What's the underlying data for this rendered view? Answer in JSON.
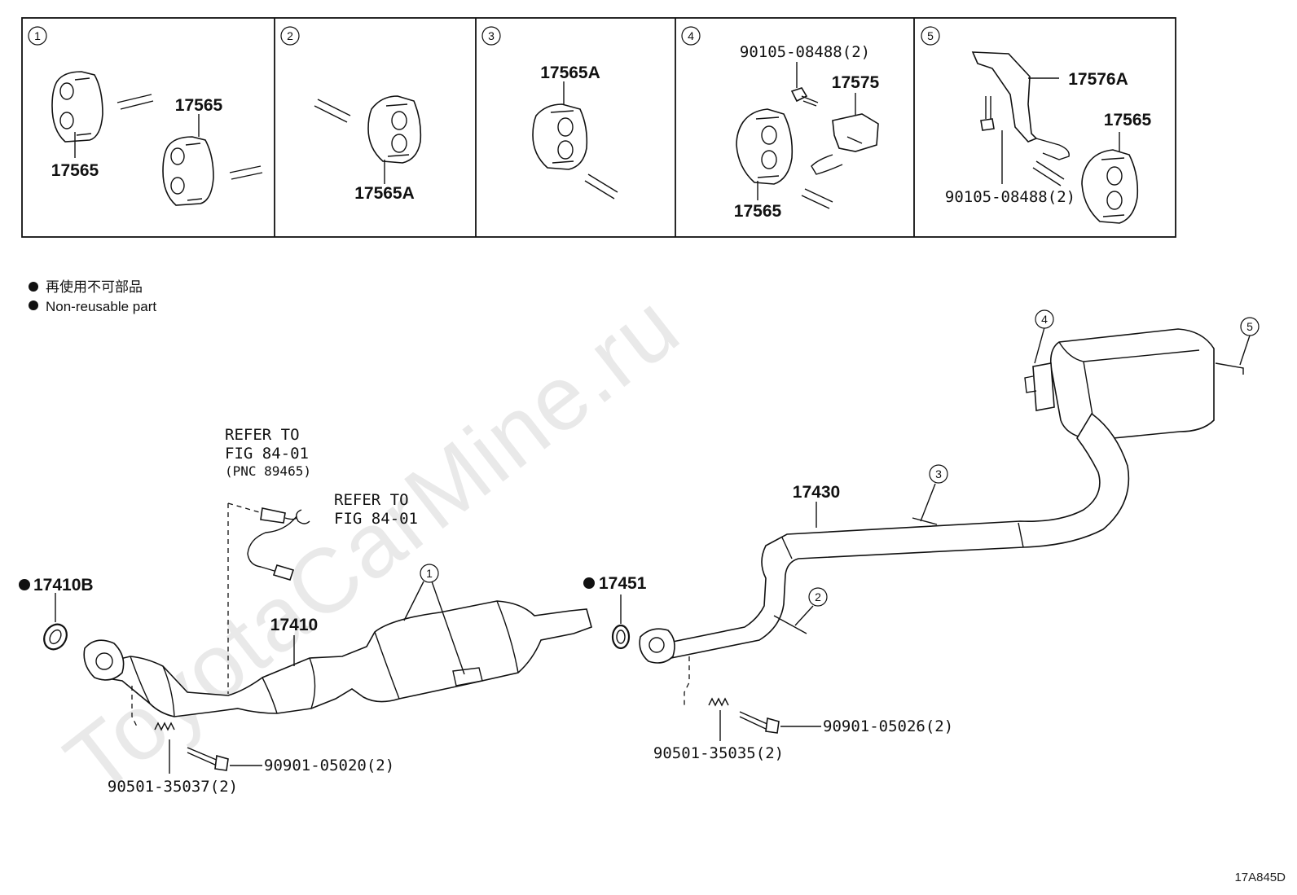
{
  "watermark": "ToyotaCarMine.ru",
  "panels": [
    {
      "num": "1",
      "labels": [
        "17565",
        "17565"
      ]
    },
    {
      "num": "2",
      "labels": [
        "17565A"
      ]
    },
    {
      "num": "3",
      "labels": [
        "17565A"
      ]
    },
    {
      "num": "4",
      "labels": [
        "90105-08488(2)",
        "17575",
        "17565"
      ]
    },
    {
      "num": "5",
      "labels": [
        "17576A",
        "17565",
        "90105-08488(2)"
      ]
    }
  ],
  "legend": {
    "line1": "再使用不可部品",
    "line2": "Non-reusable part"
  },
  "callouts": {
    "c1": "1",
    "c2": "2",
    "c3": "3",
    "c4": "4",
    "c5": "5"
  },
  "parts": {
    "gasket_front": "17410B",
    "front_pipe": "17410",
    "gasket_center": "17451",
    "center_pipe": "17430",
    "bolt_front": "90901-05020(2)",
    "spring_front": "90501-35037(2)",
    "bolt_center": "90901-05026(2)",
    "spring_center": "90501-35035(2)"
  },
  "refs": {
    "sensor_refer_l1": "REFER TO",
    "sensor_refer_l2": "FIG 84-01",
    "sensor_refer_l3": "(PNC 89465)",
    "clip_refer_l1": "REFER TO",
    "clip_refer_l2": "FIG 84-01"
  },
  "figure_code": "17A845D"
}
